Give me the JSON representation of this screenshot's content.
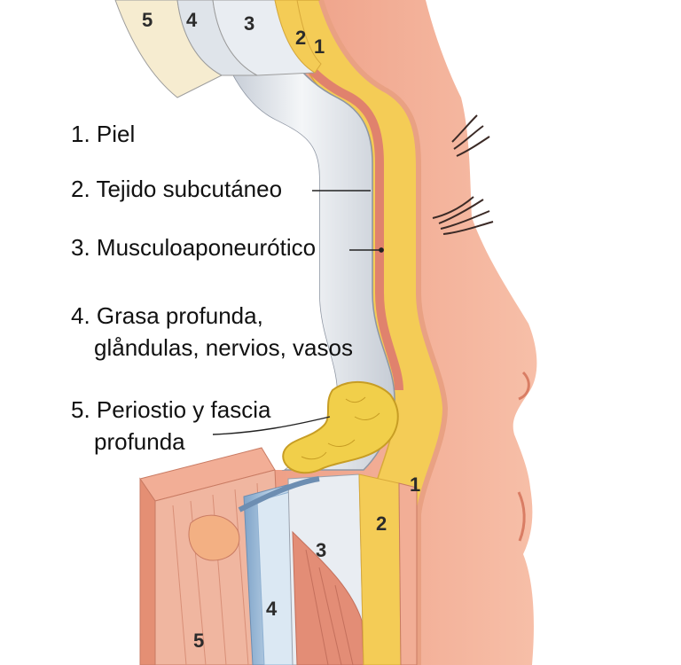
{
  "legend": {
    "items": [
      {
        "lines": [
          "1. Piel"
        ]
      },
      {
        "lines": [
          "2. Tejido subcutáneo"
        ]
      },
      {
        "lines": [
          "3. Musculoaponeurótico"
        ]
      },
      {
        "lines": [
          "4. Grasa profunda,",
          "glåndulas, nervios, vasos"
        ]
      },
      {
        "lines": [
          "5. Periostio y fascia",
          "profunda"
        ]
      }
    ]
  },
  "layer_numbers": {
    "top": [
      "5",
      "4",
      "3",
      "2",
      "1"
    ],
    "neck_skin": "1",
    "bottom": [
      "2",
      "3",
      "4",
      "5"
    ]
  },
  "colors": {
    "skin": "#f2ae96",
    "skin_shadow": "#e48f74",
    "fat": "#f4cc56",
    "fascia": "#dfe4ea",
    "muscle": "#e38d76",
    "gland": "#f1cf4a",
    "deep_fat_blue": "#a9c4df",
    "periosteum": "#f6ecd0"
  }
}
